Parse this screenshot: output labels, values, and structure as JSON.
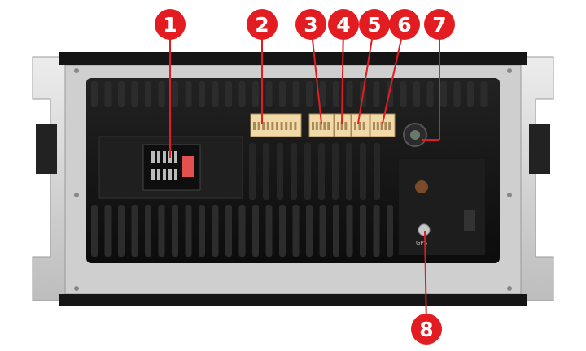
{
  "colors": {
    "callout": "#e21c20",
    "callout_text": "#ffffff",
    "chassis": "#141414",
    "bracket": "#d9d9d9",
    "connector": "#f2d9a8"
  },
  "callouts": [
    {
      "number": "1",
      "label": ""
    },
    {
      "number": "2",
      "label": ""
    },
    {
      "number": "3",
      "label": ""
    },
    {
      "number": "4",
      "label": ""
    },
    {
      "number": "5",
      "label": ""
    },
    {
      "number": "6",
      "label": ""
    },
    {
      "number": "7",
      "label": ""
    },
    {
      "number": "8",
      "label": ""
    }
  ],
  "markings": {
    "gps_label": "GPS"
  }
}
